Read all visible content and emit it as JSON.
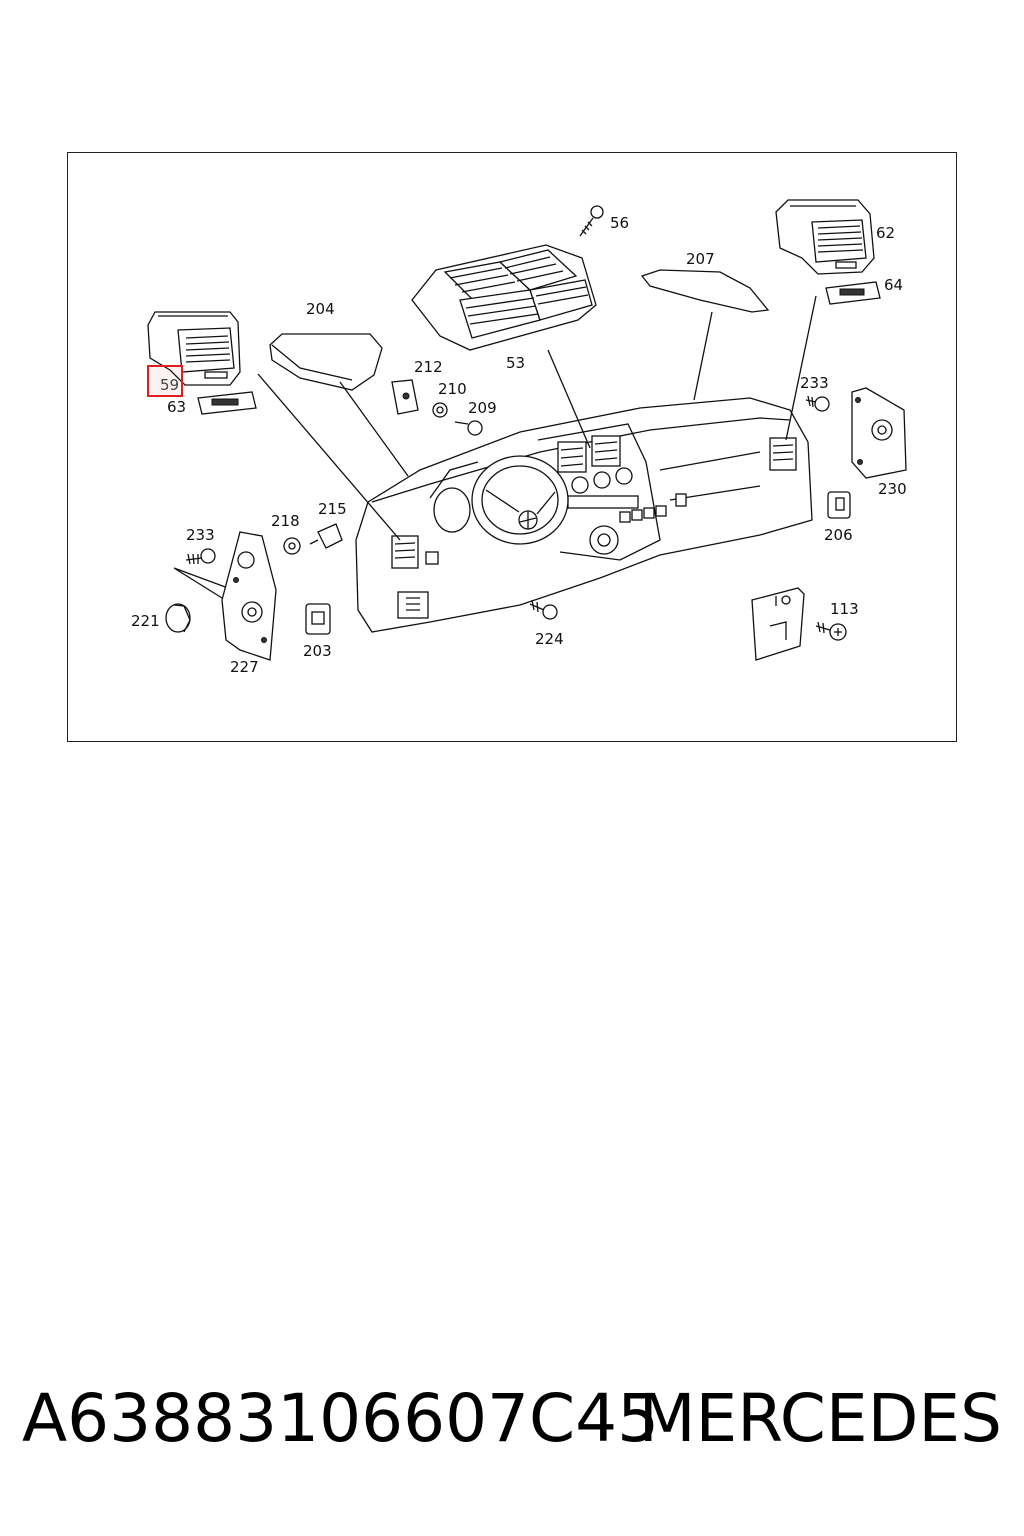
{
  "diagram": {
    "callouts": {
      "c56": "56",
      "c207": "207",
      "c62": "62",
      "c64": "64",
      "c204": "204",
      "c53": "53",
      "c212": "212",
      "c210": "210",
      "c209": "209",
      "c59": "59",
      "c63": "63",
      "c233a": "233",
      "c233b": "233",
      "c230": "230",
      "c206": "206",
      "c218": "218",
      "c215": "215",
      "c221": "221",
      "c227": "227",
      "c203": "203",
      "c224": "224",
      "c113": "113"
    },
    "highlighted_callout": "59",
    "highlight_color": "#e02020"
  },
  "footer": {
    "part_number": "A63883106607C45",
    "brand": "MERCEDES"
  }
}
